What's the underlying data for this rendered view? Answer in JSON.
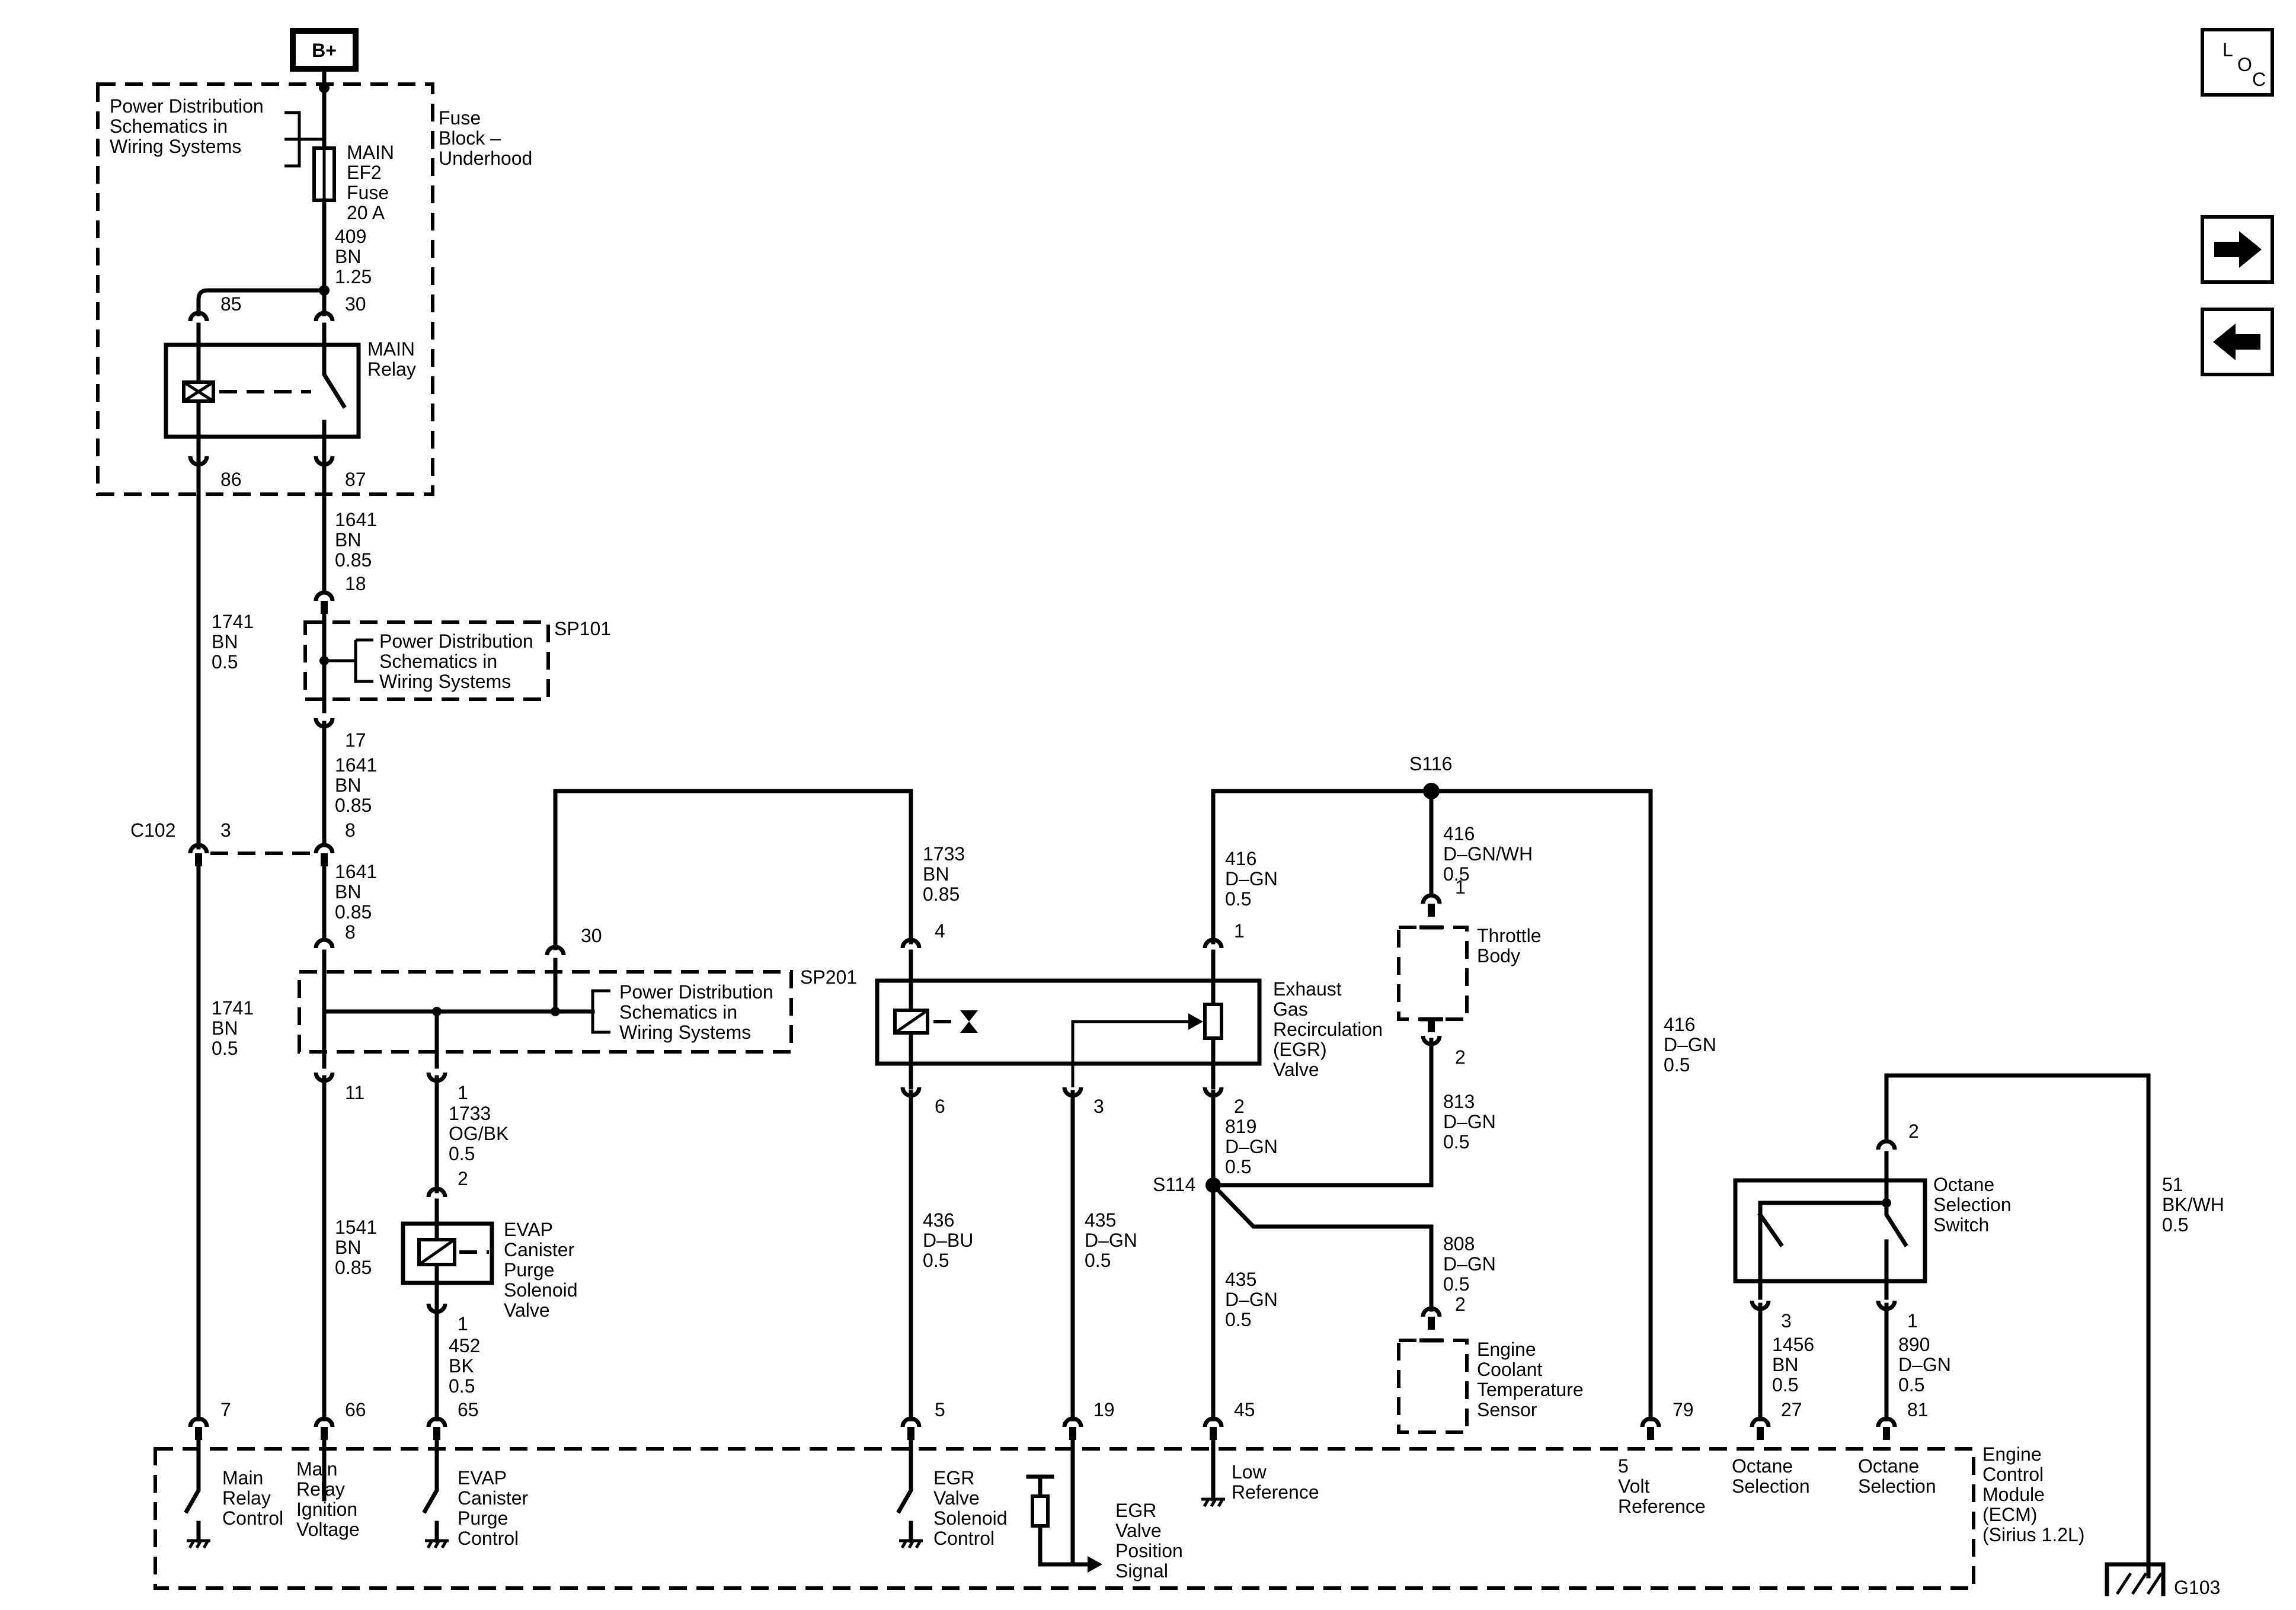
{
  "power": {
    "b_plus": "B+"
  },
  "nav": {
    "loc_l": "L",
    "loc_o": "O",
    "loc_c": "C",
    "forward_icon": "arrow-right-icon",
    "back_icon": "arrow-left-icon"
  },
  "fuse_block": {
    "ref_line1": "Power Distribution",
    "ref_line2": "Schematics in",
    "ref_line3": "Wiring Systems",
    "name_line1": "Fuse",
    "name_line2": "Block –",
    "name_line3": "Underhood",
    "fuse_line1": "MAIN",
    "fuse_line2": "EF2",
    "fuse_line3": "Fuse",
    "fuse_line4": "20 A",
    "wire409_1": "409",
    "wire409_2": "BN",
    "wire409_3": "1.25",
    "pin85": "85",
    "pin30": "30",
    "pin86": "86",
    "pin87": "87",
    "relay_line1": "MAIN",
    "relay_line2": "Relay"
  },
  "left_wires": {
    "w1641a_1": "1641",
    "w1641a_2": "BN",
    "w1641a_3": "0.85",
    "w1741a_1": "1741",
    "w1741a_2": "BN",
    "w1741a_3": "0.5",
    "pin18": "18",
    "pin17": "17",
    "sp101": "SP101",
    "sp101_ref1": "Power Distribution",
    "sp101_ref2": "Schematics in",
    "sp101_ref3": "Wiring Systems",
    "w1641b_1": "1641",
    "w1641b_2": "BN",
    "w1641b_3": "0.85",
    "c102": "C102",
    "c102_pin3": "3",
    "c102_pin8": "8",
    "w1641c_1": "1641",
    "w1641c_2": "BN",
    "w1641c_3": "0.85",
    "pin8b": "8",
    "w1741b_1": "1741",
    "w1741b_2": "BN",
    "w1741b_3": "0.5",
    "pin30b": "30",
    "sp201": "SP201",
    "sp201_ref1": "Power Distribution",
    "sp201_ref2": "Schematics in",
    "sp201_ref3": "Wiring Systems",
    "pin11": "11",
    "pin1a": "1",
    "w1733og_1": "1733",
    "w1733og_2": "OG/BK",
    "w1733og_3": "0.5",
    "pin2a": "2",
    "evap_line1": "EVAP",
    "evap_line2": "Canister",
    "evap_line3": "Purge",
    "evap_line4": "Solenoid",
    "evap_line5": "Valve",
    "pin1b": "1",
    "w452_1": "452",
    "w452_2": "BK",
    "w452_3": "0.5",
    "w1541_1": "1541",
    "w1541_2": "BN",
    "w1541_3": "0.85"
  },
  "egr": {
    "w1733_1": "1733",
    "w1733_2": "BN",
    "w1733_3": "0.85",
    "pin4": "4",
    "pin1": "1",
    "pin6": "6",
    "pin3": "3",
    "pin2": "2",
    "w416a_1": "416",
    "w416a_2": "D–GN",
    "w416a_3": "0.5",
    "name1": "Exhaust",
    "name2": "Gas",
    "name3": "Recirculation",
    "name4": "(EGR)",
    "name5": "Valve",
    "w436_1": "436",
    "w436_2": "D–BU",
    "w436_3": "0.5",
    "w435a_1": "435",
    "w435a_2": "D–GN",
    "w435a_3": "0.5",
    "w819_1": "819",
    "w819_2": "D–GN",
    "w819_3": "0.5",
    "s114": "S114",
    "w435b_1": "435",
    "w435b_2": "D–GN",
    "w435b_3": "0.5"
  },
  "sensors": {
    "s116": "S116",
    "w416wh_1": "416",
    "w416wh_2": "D–GN/WH",
    "w416wh_3": "0.5",
    "tb_pin1": "1",
    "tb_pin2": "2",
    "tb_line1": "Throttle",
    "tb_line2": "Body",
    "w813_1": "813",
    "w813_2": "D–GN",
    "w813_3": "0.5",
    "w808_1": "808",
    "w808_2": "D–GN",
    "w808_3": "0.5",
    "ect_pin2": "2",
    "ect_line1": "Engine",
    "ect_line2": "Coolant",
    "ect_line3": "Temperature",
    "ect_line4": "Sensor",
    "w416b_1": "416",
    "w416b_2": "D–GN",
    "w416b_3": "0.5"
  },
  "octane": {
    "pin2": "2",
    "pin3": "3",
    "pin1": "1",
    "name1": "Octane",
    "name2": "Selection",
    "name3": "Switch",
    "w1456_1": "1456",
    "w1456_2": "BN",
    "w1456_3": "0.5",
    "w890_1": "890",
    "w890_2": "D–GN",
    "w890_3": "0.5",
    "w51_1": "51",
    "w51_2": "BK/WH",
    "w51_3": "0.5",
    "g103": "G103"
  },
  "ecm": {
    "pin7": "7",
    "pin66": "66",
    "pin65": "65",
    "pin5": "5",
    "pin19": "19",
    "pin45": "45",
    "pin79": "79",
    "pin27": "27",
    "pin81": "81",
    "c7_1": "Main",
    "c7_2": "Relay",
    "c7_3": "Control",
    "c66_1": "Main",
    "c66_2": "Relay",
    "c66_3": "Ignition",
    "c66_4": "Voltage",
    "c65_1": "EVAP",
    "c65_2": "Canister",
    "c65_3": "Purge",
    "c65_4": "Control",
    "c5_1": "EGR",
    "c5_2": "Valve",
    "c5_3": "Solenoid",
    "c5_4": "Control",
    "c19_1": "EGR",
    "c19_2": "Valve",
    "c19_3": "Position",
    "c19_4": "Signal",
    "c45_1": "Low",
    "c45_2": "Reference",
    "c79_1": "5",
    "c79_2": "Volt",
    "c79_3": "Reference",
    "c27_1": "Octane",
    "c27_2": "Selection",
    "c81_1": "Octane",
    "c81_2": "Selection",
    "name1": "Engine",
    "name2": "Control",
    "name3": "Module",
    "name4": "(ECM)",
    "name5": "(Sirius 1.2L)"
  }
}
